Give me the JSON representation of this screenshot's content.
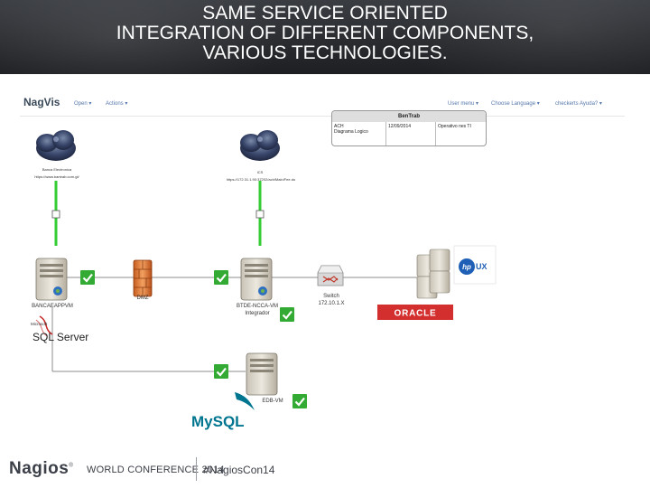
{
  "slide": {
    "title_lines": [
      "SAME SERVICE ORIENTED",
      "INTEGRATION OF DIFFERENT COMPONENTS,",
      "VARIOUS TECHNOLOGIES."
    ]
  },
  "nagvis": {
    "logo": "NagVis",
    "menu_left": [
      "Open ▾",
      "Actions ▾"
    ],
    "menu_right": [
      "User menu ▾",
      "Choose Language ▾",
      "checkerts Ayuda? ▾"
    ]
  },
  "info_table": {
    "header": "BenTrab",
    "cells": [
      "ACH\nDiagrama Logico",
      "12/09/2014",
      "Operativo nes TI"
    ]
  },
  "nodes": {
    "cloud1_name": "Banca Electronica",
    "cloud1_url": "https://www.bantrab.com.gt/",
    "cloud2_name": "ICS",
    "cloud2_url": "https://172.31.1.90:37202/ach/Main/Fee.do",
    "server1": "BANCAEAPPVM",
    "firewall": "DMZ",
    "server2": "BTDE-NCCA-VM",
    "server2_sub": "Integrador",
    "switch": "Switch",
    "switch_ip": "172.10.1.X",
    "server3": "EDB-VM",
    "sqlserver_small": "Microsoft",
    "sqlserver": "SQL Server",
    "oracle": "ORACLE",
    "hpux": "UX",
    "mysql": "MySQL"
  },
  "footer": {
    "brand": "Nagios",
    "brand_mark": "®",
    "conference": "WORLD CONFERENCE 2014",
    "hashtag": "#NagiosCon14"
  },
  "colors": {
    "banner": "#2a2c30",
    "link_green": "#33cc33",
    "check_green": "#33aa33",
    "oracle_red": "#d32f2f",
    "hp_blue": "#1f5fb5",
    "mysql_blue": "#00758f",
    "mysql_orange": "#f29111"
  }
}
